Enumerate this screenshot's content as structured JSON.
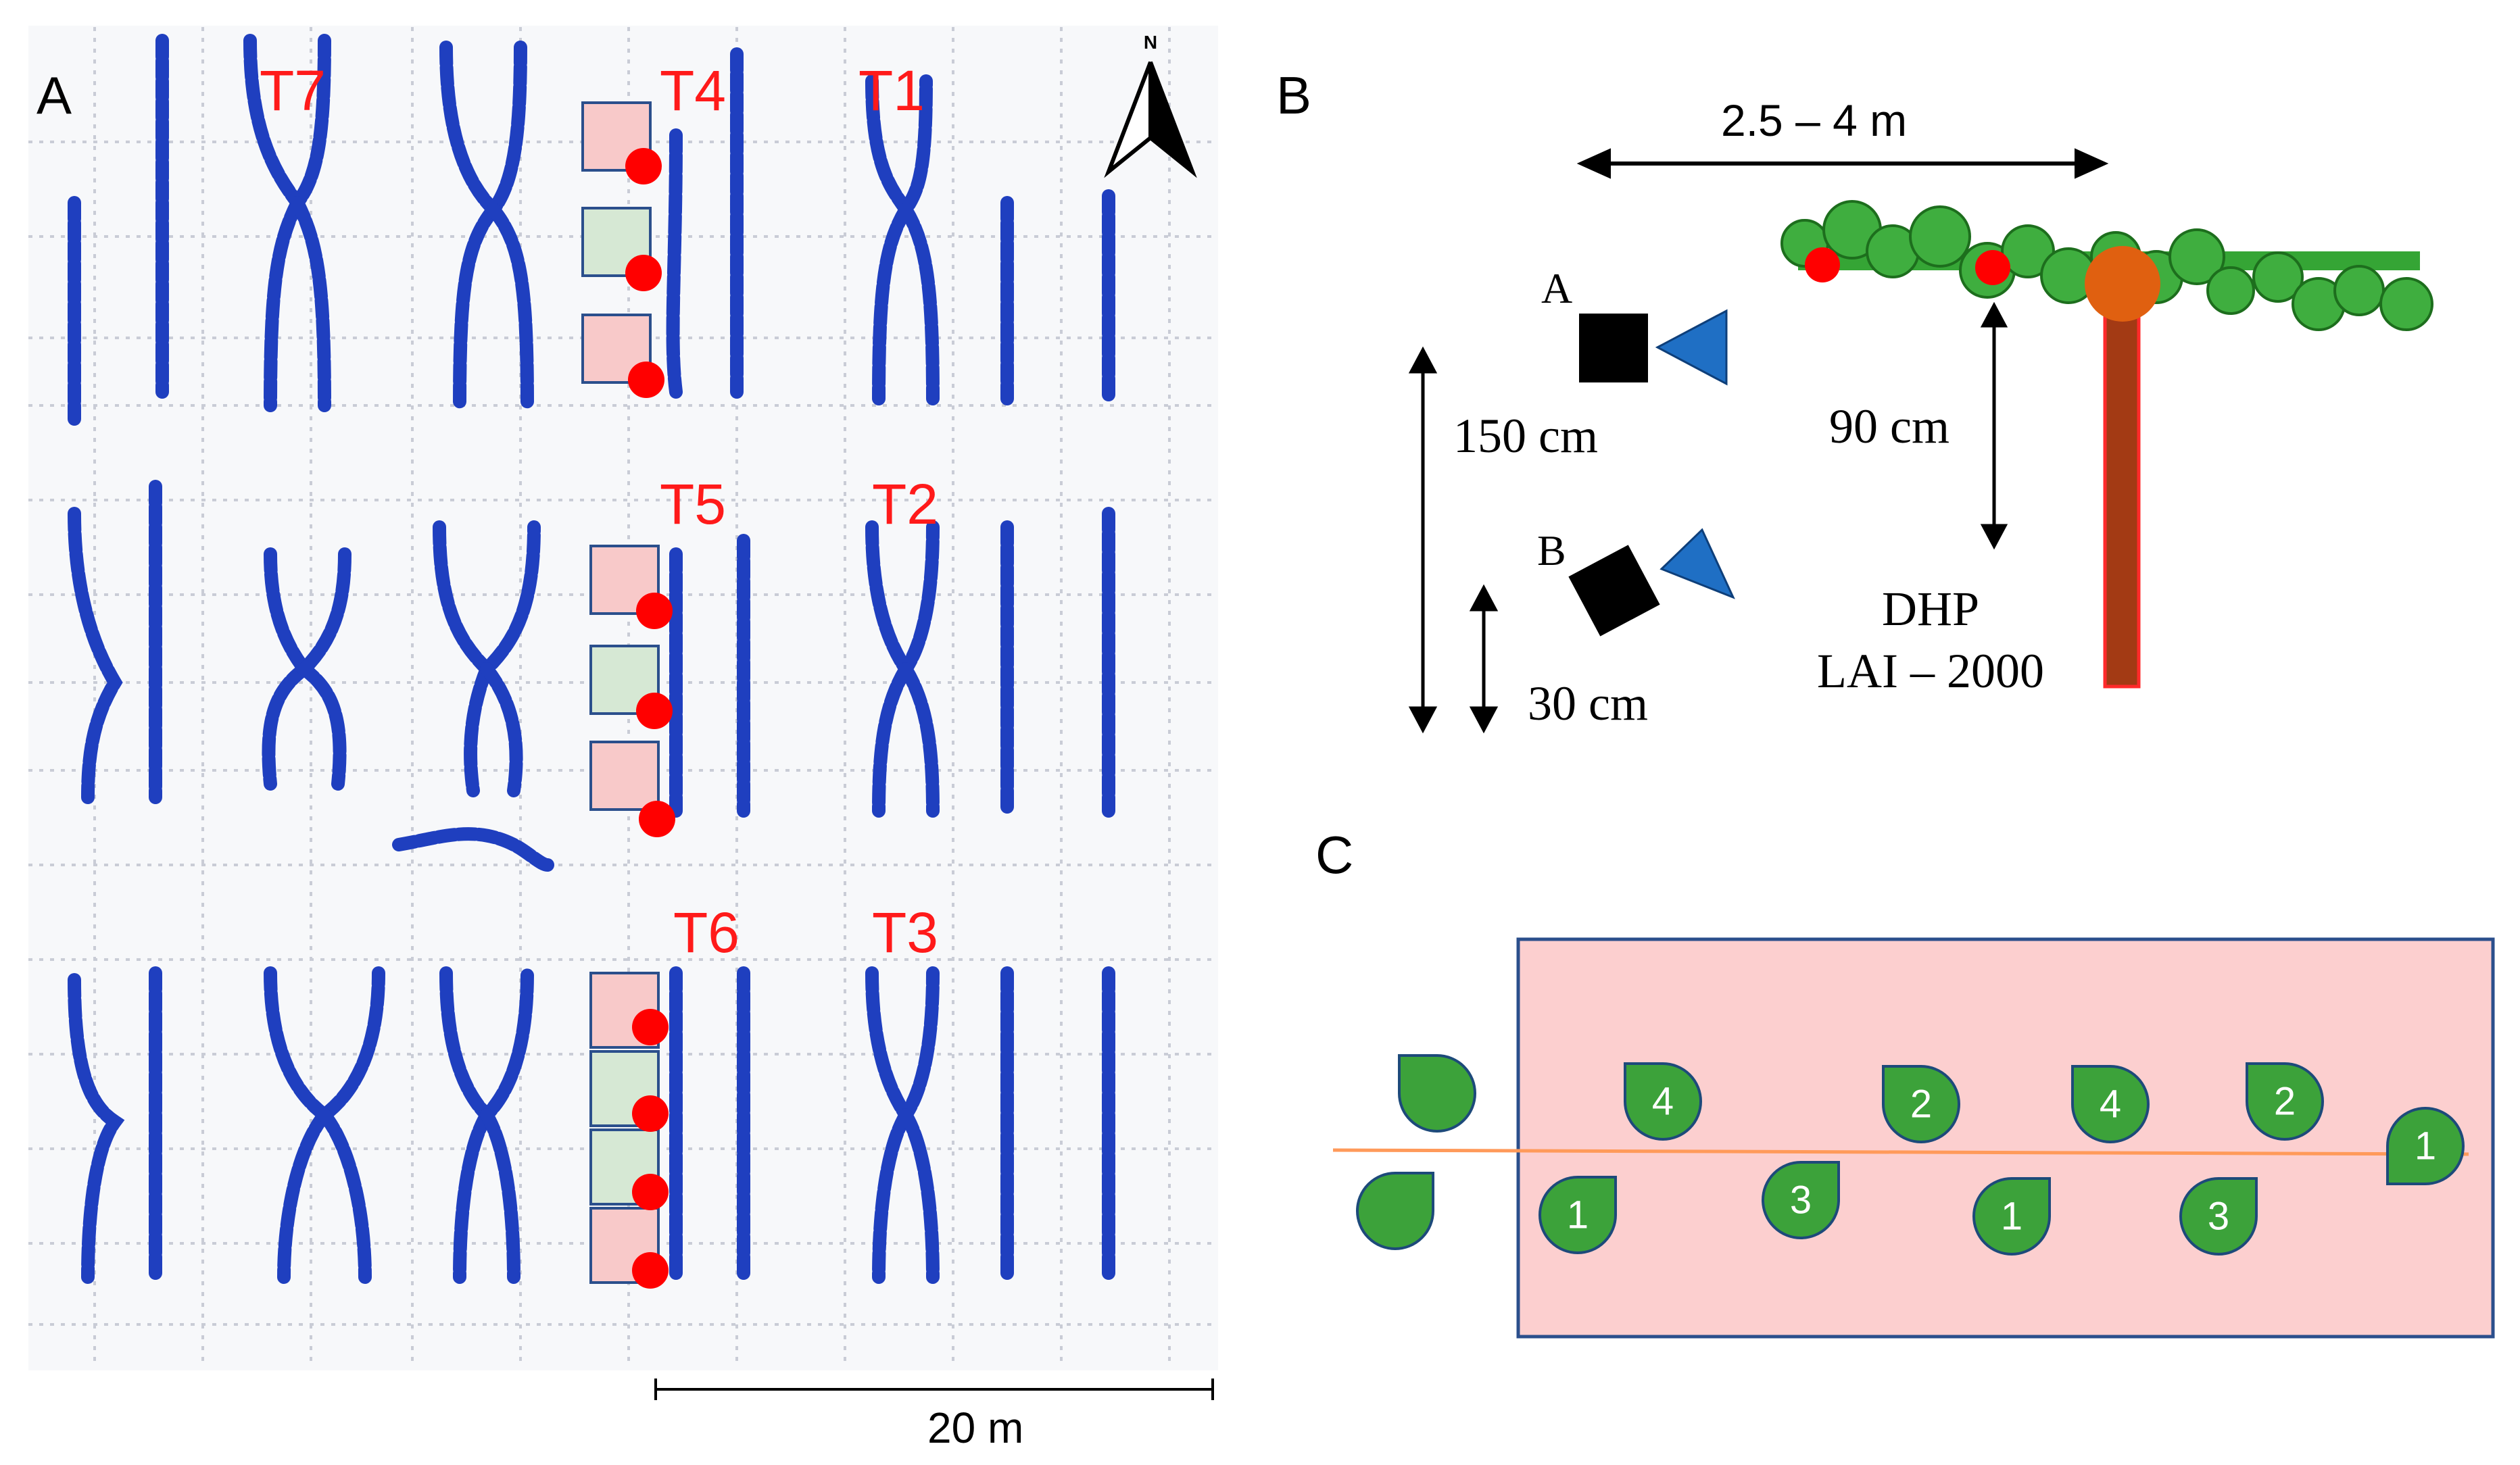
{
  "panels": {
    "a": "A",
    "b": "B",
    "c": "C"
  },
  "panel_a": {
    "treatments": [
      "T7",
      "T4",
      "T1",
      "T5",
      "T2",
      "T6",
      "T3"
    ],
    "north_label": "N",
    "scale_label": "20 m",
    "colors": {
      "vine_rows": "#1f3fbf",
      "treatment_label": "#ff1a1a",
      "plot_pink": "#f8c9c9",
      "plot_green": "#d6e8d4",
      "marker": "#ff0000"
    }
  },
  "panel_b": {
    "width_label": "2.5 – 4 m",
    "sensor_a": "A",
    "sensor_b": "B",
    "height_150": "150 cm",
    "height_30": "30 cm",
    "height_90": "90 cm",
    "instrument_1": "DHP",
    "instrument_2": "LAI – 2000",
    "colors": {
      "canopy": "#3fae3f",
      "trunk": "#a33a14",
      "head": "#e06010",
      "triangle": "#1f6fc4"
    }
  },
  "panel_c": {
    "leaves_top": [
      "4",
      "2",
      "4",
      "2"
    ],
    "leaves_bottom": [
      "1",
      "3",
      "1",
      "3"
    ],
    "leaf_end": "1",
    "colors": {
      "plot_fill": "#fccfcf",
      "plot_border": "#2b4f8c",
      "leaf_fill": "#3ca23a",
      "row_line": "#ff9a5a"
    }
  }
}
